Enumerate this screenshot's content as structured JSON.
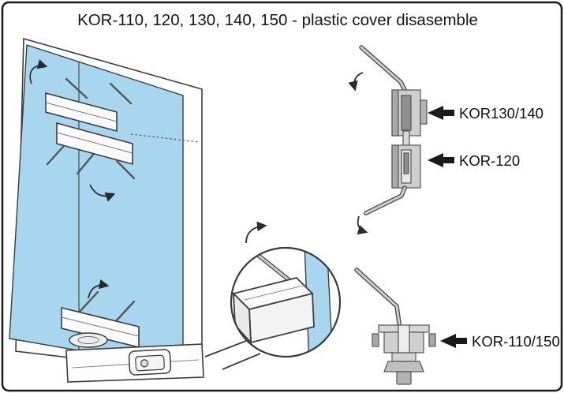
{
  "diagram": {
    "title": "KOR-110, 120, 130, 140, 150 - plastic cover disasemble",
    "labels": {
      "top": "KOR130/140",
      "middle": "KOR-120",
      "bottom": "KOR-110/150"
    },
    "colors": {
      "panel_blue": "#a7d6ee",
      "outline": "#3d3d3d",
      "part_gray": "#cfcfcf",
      "part_gray_dark": "#8f8f8f",
      "arrow_black": "#1a1a1a",
      "background": "#ffffff"
    }
  }
}
